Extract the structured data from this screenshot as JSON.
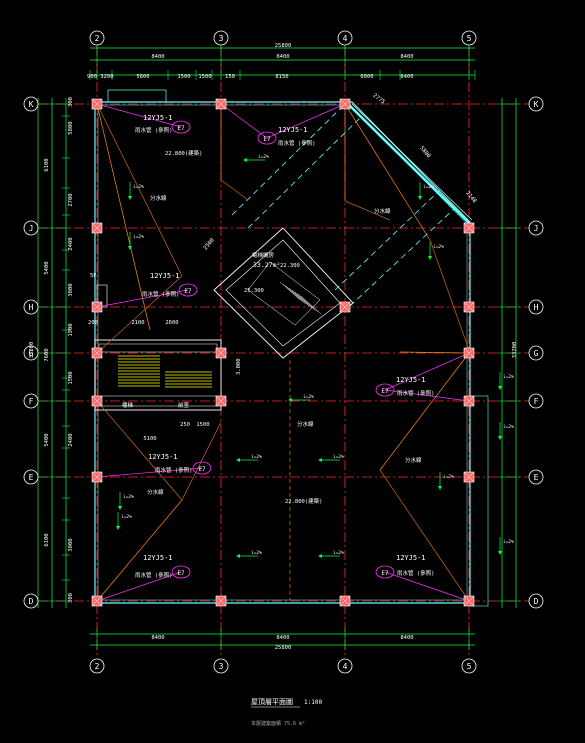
{
  "colors": {
    "background": "#000000",
    "grid": "#ff2a2a",
    "dim": "#00ff44",
    "wall": "#66ffff",
    "slope": "#ff8a1a",
    "slope_alt": "#d06a18",
    "label_circle": "#ff33ff",
    "text": "#ffffff",
    "yellow": "#ffff00",
    "column": "#ff6b6b"
  },
  "axes": {
    "columns": [
      "2",
      "3",
      "4",
      "5"
    ],
    "rows": [
      "K",
      "J",
      "H",
      "G",
      "F",
      "E",
      "D"
    ]
  },
  "dims": {
    "top_total": "25800",
    "top_spans": [
      "8400",
      "8400",
      "8400"
    ],
    "top_detail": [
      "900",
      "3200",
      "5800",
      "1500",
      "1500",
      "150",
      "8150",
      "6000",
      "8400"
    ],
    "bottom_spans": [
      "8400",
      "8400",
      "8400"
    ],
    "bottom_total": "25800",
    "left_total": "33200",
    "left_spans": [
      "6100",
      "5400",
      "7600",
      "5400",
      "6100"
    ],
    "left_detail": [
      "300",
      "5800",
      "2700",
      "2400",
      "3000",
      "1900",
      "1500",
      "2400",
      "3000",
      "300"
    ],
    "right_total": "33200",
    "diag_1": "2775",
    "diag_2": "5800",
    "diag_3": "2148",
    "stair_width": "2500",
    "stair_depth": "5100",
    "inner_1": "200",
    "inner_2": "2100",
    "inner_3": "2600",
    "inner_4": "250",
    "inner_5": "1500"
  },
  "labels": {
    "drain_code": "12YJ5-1",
    "drain_ref": "E7",
    "drain_note_left": "雨水管 (參照)",
    "drain_note_right": "雨水管 (參照)",
    "slope_line": "分水線",
    "elev_top": "22.800(建築)",
    "elev_mid": "22.800(建築)",
    "elev_stair": "22.300",
    "elev_box": "25.300",
    "shaft_title": "電梯機房",
    "shaft_area": "33.27m²",
    "stair_room_left": "樓梯",
    "stair_room_right": "前室",
    "arrow_label": "i=2%",
    "stair_side": "3.000",
    "stair_marker": "5F",
    "title": "屋頂層平面圖",
    "scale": "1:100",
    "subtitle": "本層建築面積 75.6 m²"
  }
}
